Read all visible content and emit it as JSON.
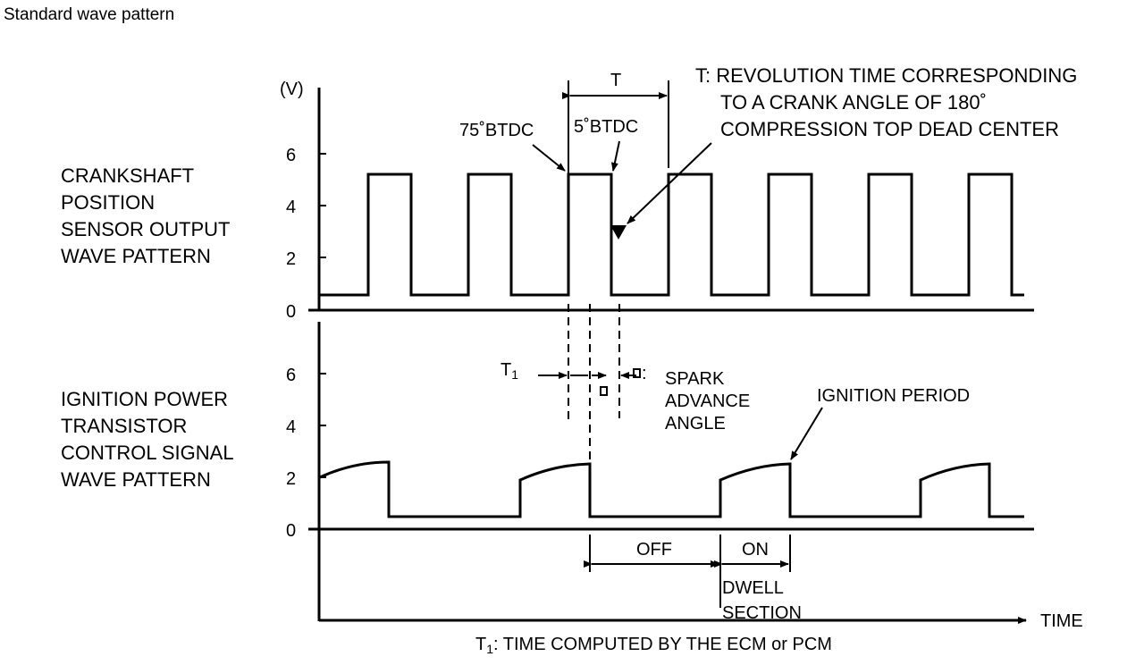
{
  "page_title": "Standard wave pattern",
  "upper": {
    "unit_label": "(V)",
    "y_ticks": [
      "6",
      "4",
      "2",
      "0"
    ],
    "signal_label_lines": [
      "CRANKSHAFT",
      "POSITION",
      "SENSOR OUTPUT",
      "WAVE PATTERN"
    ],
    "period_label": "T",
    "period_note_lines": [
      "T:  REVOLUTION TIME CORRESPONDING",
      "TO A CRANK ANGLE OF 180˚",
      "COMPRESSION TOP DEAD CENTER"
    ],
    "mark_75": "75˚BTDC",
    "mark_5": "5˚BTDC"
  },
  "lower": {
    "y_ticks": [
      "6",
      "4",
      "2",
      "0"
    ],
    "signal_label_lines": [
      "IGNITION POWER",
      "TRANSISTOR",
      "CONTROL SIGNAL",
      "WAVE PATTERN"
    ],
    "t1_label": "T",
    "t1_sub": "1",
    "spark_note_lines": [
      "SPARK",
      "ADVANCE",
      "ANGLE"
    ],
    "spark_symbol_suffix": ":",
    "ignition_period_label": "IGNITION PERIOD",
    "off_label": "OFF",
    "on_label": "ON",
    "dwell_lines": [
      "DWELL",
      "SECTION"
    ]
  },
  "time_axis_label": "TIME",
  "footnote": {
    "sym": "T",
    "sub": "1",
    "text": ": TIME COMPUTED BY THE ECM or PCM"
  }
}
